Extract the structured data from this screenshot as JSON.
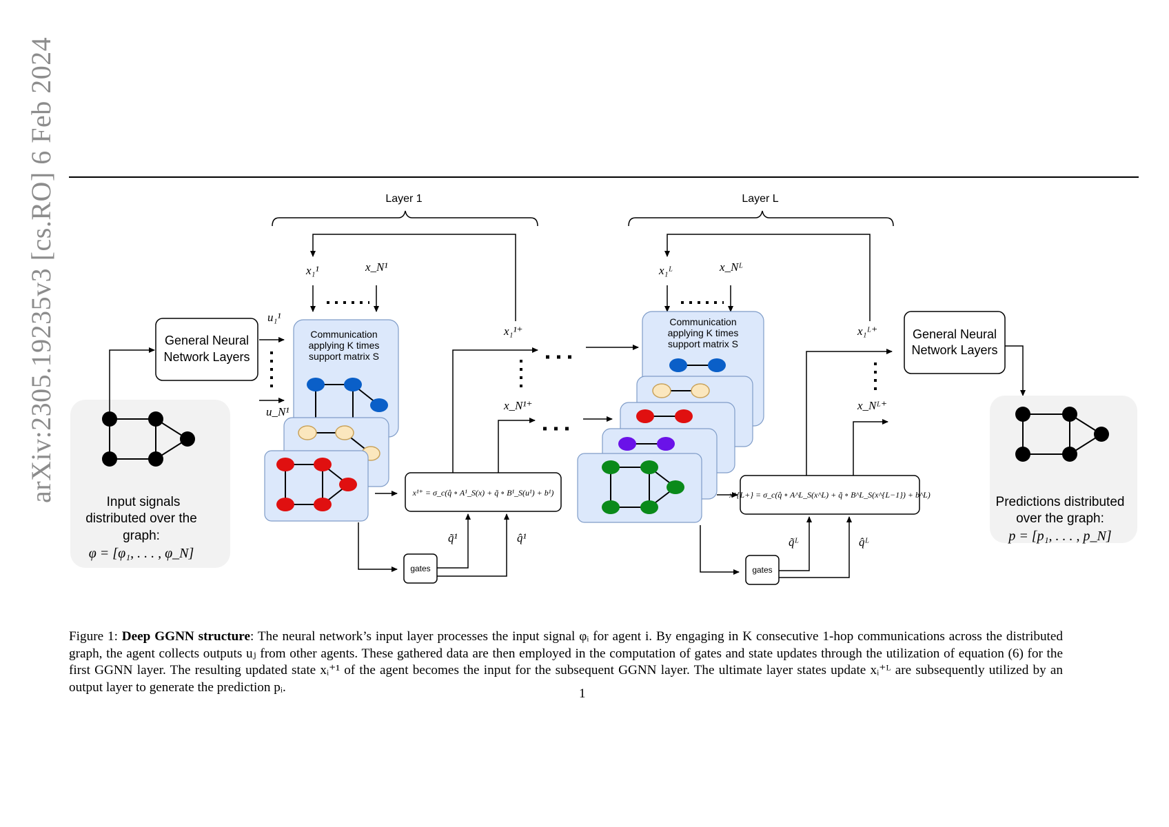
{
  "arxiv_stamp": "arXiv:2305.19235v3  [cs.RO]  6 Feb 2024",
  "figure": {
    "layer1_label": "Layer 1",
    "layerL_label": "Layer L",
    "gnn_input_label_l1": "General Neural",
    "gnn_input_label_l2": "Network Layers",
    "gnn_output_label_l1": "General Neural",
    "gnn_output_label_l2": "Network Layers",
    "comm_label_l1": "Communication",
    "comm_label_l2": "applying K times",
    "comm_label_l3": "support matrix S",
    "input_caption_l1": "Input signals",
    "input_caption_l2": "distributed over the",
    "input_caption_l3": "graph:",
    "input_formula": "φ = [φ₁, . . . , φ_N]",
    "output_caption_l1": "Predictions distributed",
    "output_caption_l2": "over the graph:",
    "output_formula": "p = [p₁, . . . , p_N]",
    "gates_label": "gates",
    "eq_layer1": "x¹⁺ = σ_c(q̂ ∘ A¹_S(x) + q̃ ∘ B¹_S(u¹) + b¹)",
    "eq_layerL": "x^{L+} = σ_c(q̂ ∘ A^L_S(x^L) + q̃ ∘ B^L_S(x^{L−1}) + b^L)",
    "sym_u1": "u₁¹",
    "sym_uN": "u_N¹",
    "sym_x1_1": "x₁¹",
    "sym_xN_1": "x_N¹",
    "sym_x1_L": "x₁ᴸ",
    "sym_xN_L": "x_Nᴸ",
    "sym_x1_1plus": "x₁¹⁺",
    "sym_xN_1plus": "x_N¹⁺",
    "sym_x1_Lplus": "x₁ᴸ⁺",
    "sym_xN_Lplus": "x_Nᴸ⁺",
    "sym_qtilde_1": "q̃¹",
    "sym_qhat_1": "q̂¹",
    "sym_qtilde_L": "q̃ᴸ",
    "sym_qhat_L": "q̂ᴸ",
    "colors": {
      "panel_fill": "#dce8fb",
      "panel_stroke": "#7f9cc8",
      "blue_node": "#0a5fc8",
      "cream_node": "#fbe7be",
      "red_node": "#e01010",
      "purple_node": "#6a12e8",
      "green_node": "#0a8a1a",
      "signal_box": "#f2f2f2"
    }
  },
  "caption": {
    "prefix": "Figure 1: ",
    "bold": "Deep GGNN structure",
    "text": ": The neural network’s input layer processes the input signal φᵢ for agent i. By engaging in K consecutive 1-hop communications across the distributed graph, the agent collects outputs uⱼ from other agents. These gathered data are then employed in the computation of gates and state updates through the utilization of equation (6) for the first GGNN layer. The resulting updated state xᵢ⁺¹ of the agent becomes the input for the subsequent GGNN layer. The ultimate layer states update xᵢ⁺ᴸ are subsequently utilized by an output layer to generate the prediction pᵢ."
  },
  "page_number": "1"
}
